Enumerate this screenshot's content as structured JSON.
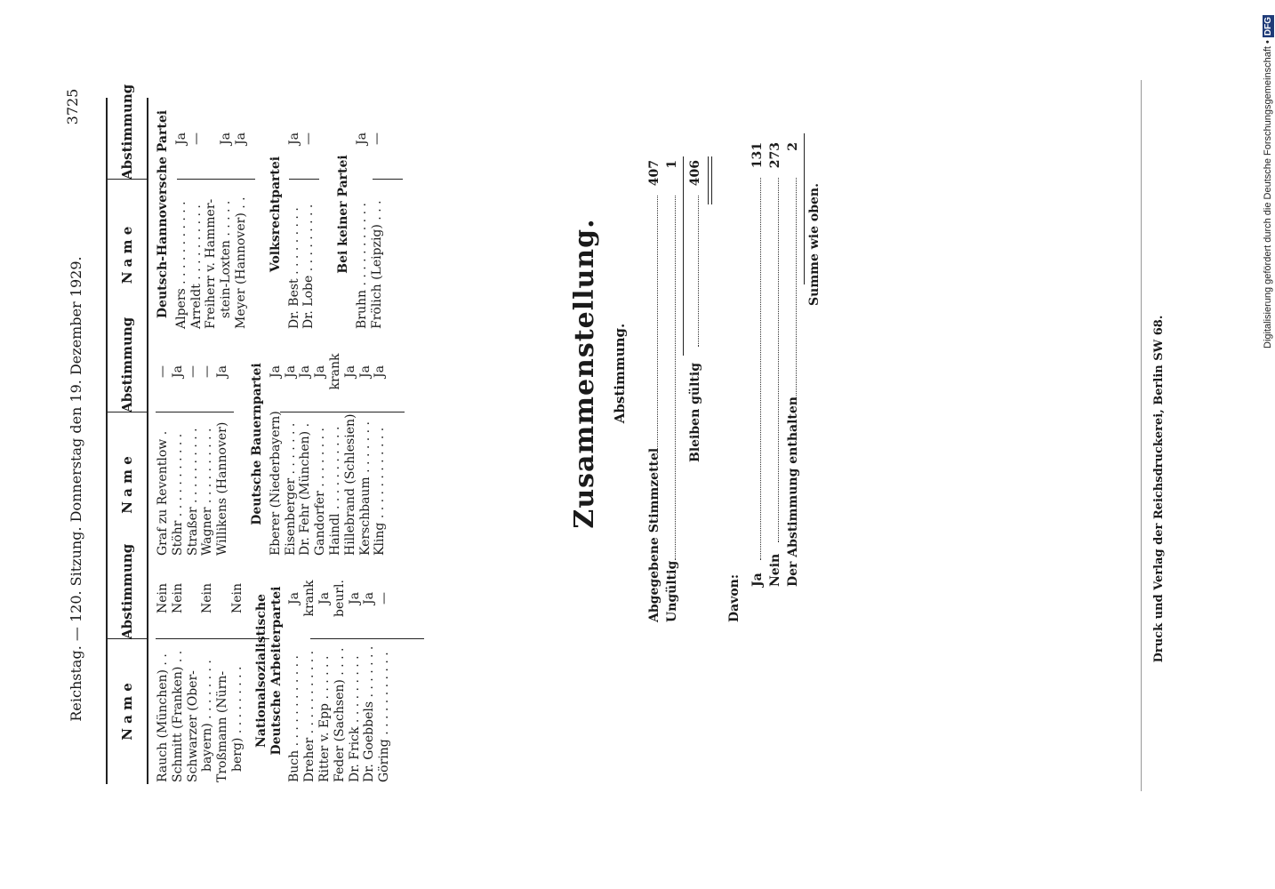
{
  "header": {
    "title": "Reichstag. — 120. Sitzung. Donnerstag den 19. Dezember 1929.",
    "page_number": "3725"
  },
  "columns_header": {
    "name": "N a m e",
    "vote": "Abstimmung"
  },
  "col1": {
    "rows": [
      {
        "name": "Rauch (München) . .",
        "vote": "Nein"
      },
      {
        "name": "Schmitt (Franken) . .",
        "vote": "Nein"
      },
      {
        "name": "Schwarzer (Ober-",
        "vote": ""
      },
      {
        "name": "bayern) . . . . . . . .",
        "vote": "Nein",
        "indent": true
      },
      {
        "name": "Troßmann (Nürn-",
        "vote": ""
      },
      {
        "name": "berg) . . . . . . . . .",
        "vote": "Nein",
        "indent": true
      }
    ],
    "group_title_1": "Nationalsozialistische",
    "group_title_2": "Deutsche Arbeiterpartei",
    "group_rows": [
      {
        "name": "Buch . . . . . . . . . . . .",
        "vote": "Ja"
      },
      {
        "name": "Dreher . . . . . . . . . . .",
        "vote": "krank"
      },
      {
        "name": "Ritter v. Epp . . . . . .",
        "vote": "Ja"
      },
      {
        "name": "Feder (Sachsen) . . . .",
        "vote": "beurl."
      },
      {
        "name": "Dr. Frick . . . . . . . . .",
        "vote": "Ja"
      },
      {
        "name": "Dr. Goebbels . . . . . . .",
        "vote": "Ja"
      },
      {
        "name": "Göring . . . . . . . . . . .",
        "vote": "—"
      }
    ]
  },
  "col2": {
    "rows": [
      {
        "name": "Graf zu Reventlow .",
        "vote": "—"
      },
      {
        "name": "Stöhr . . . . . . . . . . .",
        "vote": "Ja"
      },
      {
        "name": "Straßer . . . . . . . . . .",
        "vote": "—"
      },
      {
        "name": "Wagner . . . . . . . . . .",
        "vote": "—"
      },
      {
        "name": "Willikens (Hannover)",
        "vote": "Ja"
      }
    ],
    "group_title": "Deutsche Bauernpartei",
    "group_rows": [
      {
        "name": "Eberer (Niederbayern)",
        "vote": "Ja"
      },
      {
        "name": "Eisenberger . . . . . . .",
        "vote": "Ja"
      },
      {
        "name": "Dr. Fehr (München) .",
        "vote": "Ja"
      },
      {
        "name": "Gandorfer . . . . . . . .",
        "vote": "Ja"
      },
      {
        "name": "Haindl . . . . . . . . . . .",
        "vote": "krank"
      },
      {
        "name": "Hillebrand (Schlesien)",
        "vote": "Ja"
      },
      {
        "name": "Kerschbaum . . . . . . .",
        "vote": "Ja"
      },
      {
        "name": "Kling . . . . . . . . . . . .",
        "vote": "Ja"
      }
    ]
  },
  "col3": {
    "group1_title": "Deutsch-Hannoversche Partei",
    "group1_rows": [
      {
        "name": "Alpers . . . . . . . . . . .",
        "vote": "Ja"
      },
      {
        "name": "Arreldt . . . . . . . . . .",
        "vote": "—"
      },
      {
        "name": "Freiherr v. Hammer-",
        "vote": ""
      },
      {
        "name": "stein-Loxten . . . . .",
        "vote": "Ja",
        "indent": true
      },
      {
        "name": "Meyer (Hannover) . .",
        "vote": "Ja"
      }
    ],
    "group2_title": "Volksrechtpartei",
    "group2_rows": [
      {
        "name": "Dr. Best . . . . . . . . .",
        "vote": "Ja"
      },
      {
        "name": "Dr. Lobe . . . . . . . . .",
        "vote": "—"
      }
    ],
    "group3_title": "Bei keiner Partei",
    "group3_rows": [
      {
        "name": "Bruhn . . . . . . . . . . .",
        "vote": "Ja"
      },
      {
        "name": "Frölich (Leipzig) . . .",
        "vote": "—"
      }
    ]
  },
  "summary": {
    "title": "Zusammenstellung.",
    "subtitle": "Abstimmung.",
    "lines": [
      {
        "label": "Abgegebene Stimmzettel",
        "value": "407"
      },
      {
        "label": "Ungültig",
        "value": "1"
      },
      {
        "label": "Bleiben gültig",
        "value": "406"
      }
    ],
    "davon_label": "Davon:",
    "davon_lines": [
      {
        "label": "Ja",
        "value": "131"
      },
      {
        "label": "Nein",
        "value": "273"
      },
      {
        "label": "Der Abstimmung enthalten",
        "value": "2"
      }
    ],
    "sum_note": "Summe wie oben."
  },
  "footer": "Druck und Verlag der Reichsdruckerei, Berlin SW 68.",
  "credit": {
    "text": "Digitalisierung gefördert durch die Deutsche Forschungsgemeinschaft •",
    "logo": "DFG"
  }
}
